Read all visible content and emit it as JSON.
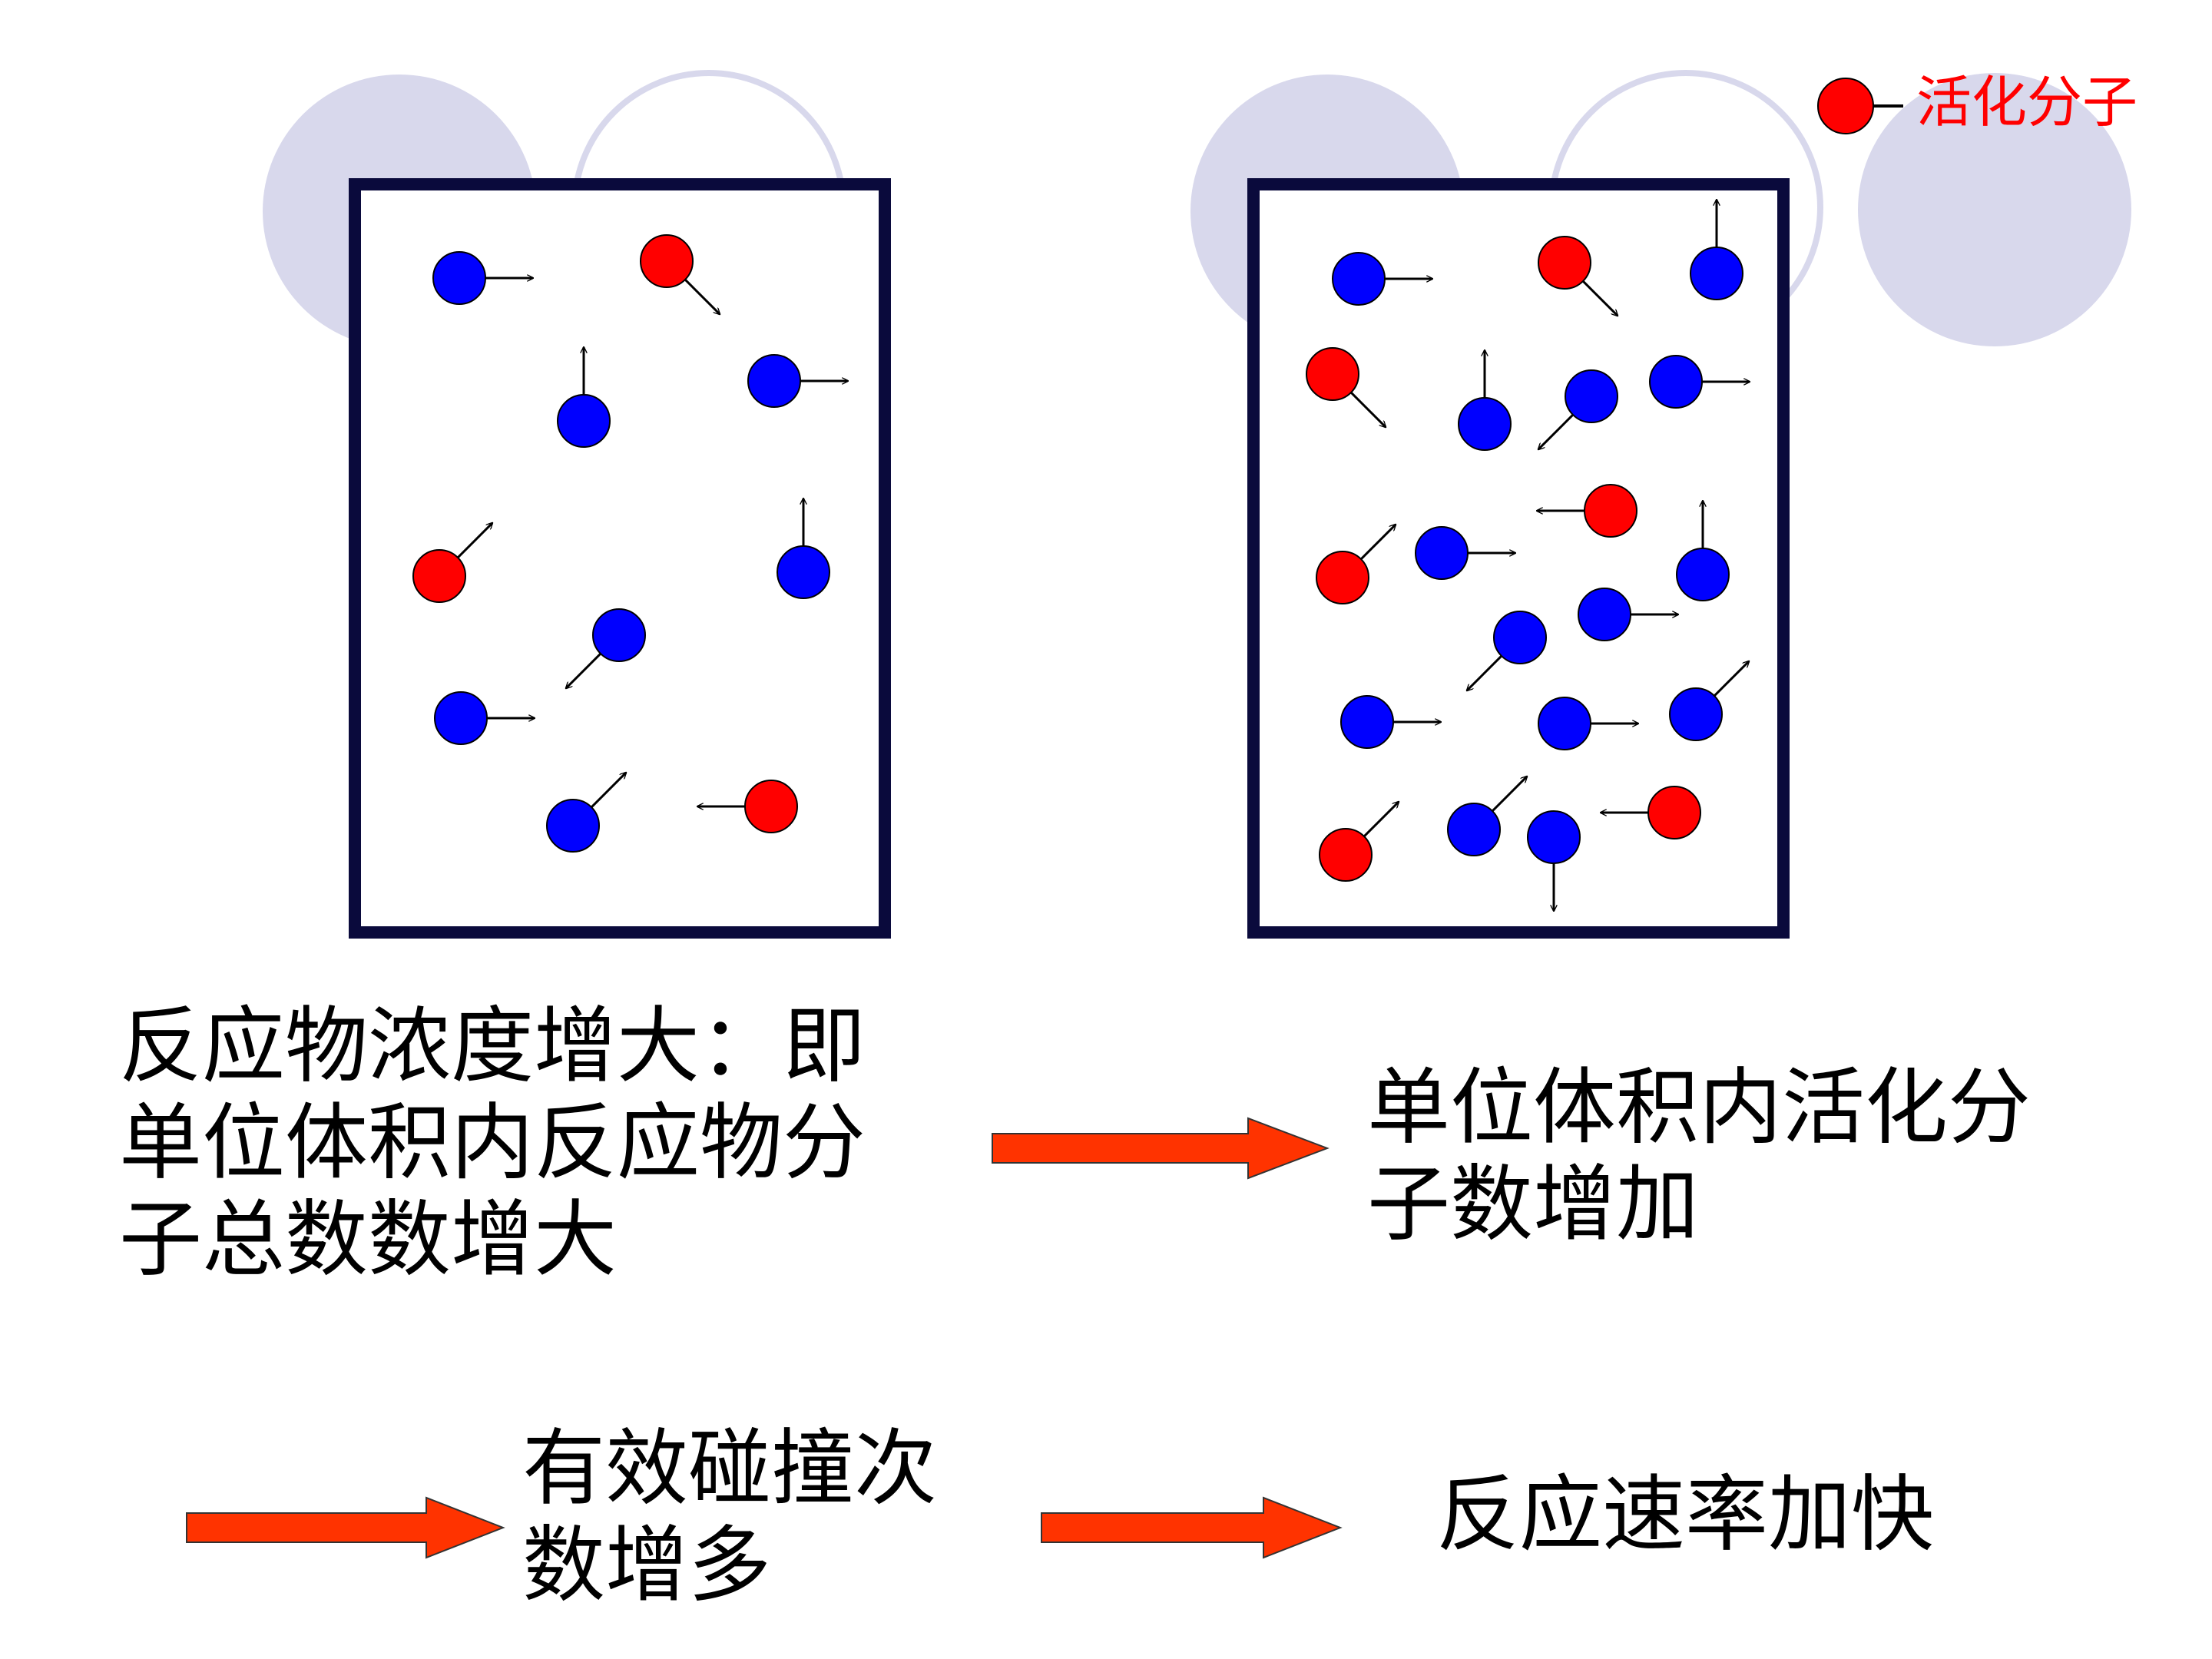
{
  "legend": {
    "label": "活化分子",
    "color": "#ff0000"
  },
  "colors": {
    "active_molecule": "#ff0000",
    "normal_molecule": "#0000ff",
    "container_border": "#0a0a3c",
    "deco_circle": "#d8d8ec",
    "arrow_fill": "#ff3300"
  },
  "captions": {
    "left_lines": [
      "反应物浓度增大：即",
      "单位体积内反应物分",
      "子总数数增大"
    ],
    "right_lines": [
      "单位体积内活化分",
      "子数增加"
    ],
    "collision_lines": [
      "有效碰撞次",
      "数增多"
    ],
    "rate": "反应速率加快"
  }
}
